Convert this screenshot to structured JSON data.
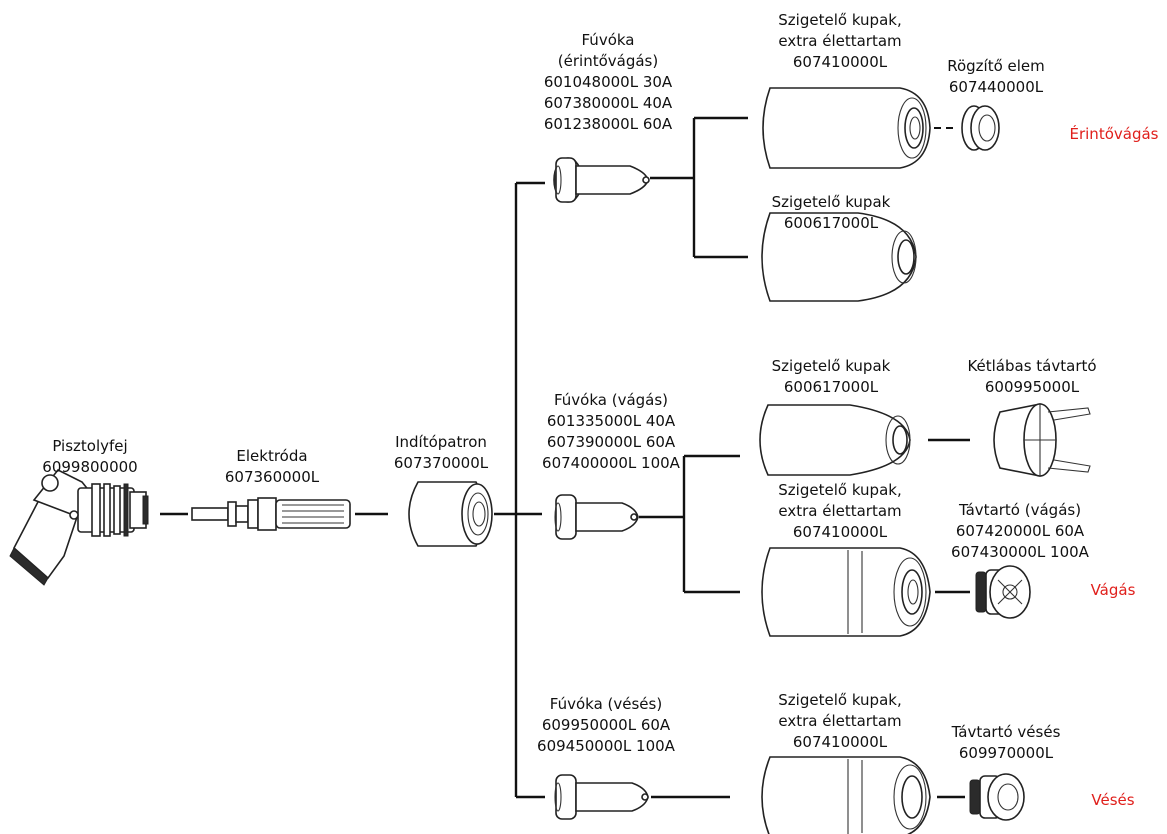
{
  "torch": {
    "name": "Pisztolyfej",
    "code": "6099800000"
  },
  "electrode": {
    "name": "Elektróda",
    "code": "607360000L"
  },
  "swirl": {
    "name": "Indítópatron",
    "code": "607370000L"
  },
  "nozzle_drag": {
    "name1": "Fúvóka",
    "name2": "(érintővágás)",
    "codes": [
      "601048000L 30A",
      "607380000L 40A",
      "601238000L 60A"
    ]
  },
  "nozzle_cut": {
    "name": "Fúvóka (vágás)",
    "codes": [
      "601335000L 40A",
      "607390000L 60A",
      "607400000L 100A"
    ]
  },
  "nozzle_gouge": {
    "name": "Fúvóka (vésés)",
    "codes": [
      "609950000L 60A",
      "609450000L 100A"
    ]
  },
  "cap_extra_top": {
    "l1": "Szigetelő kupak,",
    "l2": "extra élettartam",
    "code": "607410000L"
  },
  "cap_std_top": {
    "l1": "Szigetelő kupak",
    "code": "600617000L"
  },
  "cap_std_mid": {
    "l1": "Szigetelő kupak",
    "code": "600617000L"
  },
  "cap_extra_mid": {
    "l1": "Szigetelő kupak,",
    "l2": "extra élettartam",
    "code": "607410000L"
  },
  "cap_extra_bot": {
    "l1": "Szigetelő kupak,",
    "l2": "extra élettartam",
    "code": "607410000L"
  },
  "retainer": {
    "name": "Rögzítő elem",
    "code": "607440000L"
  },
  "standoff_two": {
    "name": "Kétlábas távtartó",
    "code": "600995000L"
  },
  "standoff_cut": {
    "name": "Távtartó (vágás)",
    "codes": [
      "607420000L 60A",
      "607430000L 100A"
    ]
  },
  "standoff_gouge": {
    "name": "Távtartó vésés",
    "code": "609970000L"
  },
  "process": {
    "drag": "Érintővágás",
    "cut": "Vágás",
    "gouge": "Vésés"
  },
  "colors": {
    "process_label": "#e0201c",
    "line": "#111111"
  }
}
